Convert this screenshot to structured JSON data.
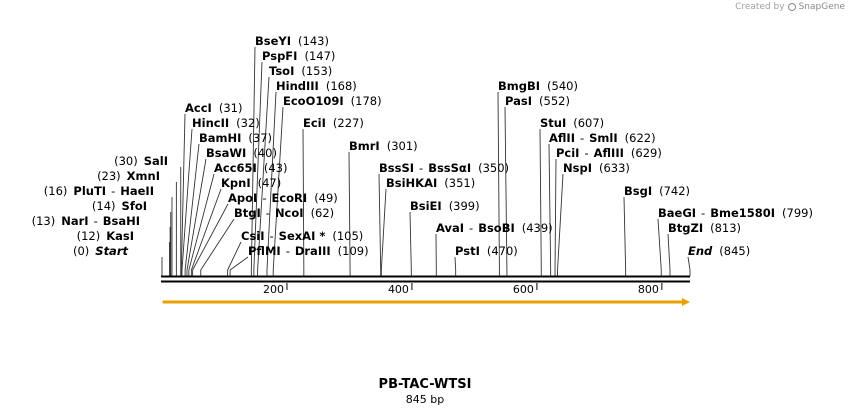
{
  "branding": {
    "created_by": "Created by",
    "app_name": "SnapGene",
    "colors": {
      "logo": "#8a8a8a"
    }
  },
  "map": {
    "name": "PB-TAC-WTSI",
    "length_label": "845 bp",
    "length_bp": 845,
    "ticks": [
      {
        "value": 200,
        "label": "200"
      },
      {
        "value": 400,
        "label": "400"
      },
      {
        "value": 600,
        "label": "600"
      },
      {
        "value": 800,
        "label": "800"
      }
    ],
    "feature_arrow": {
      "start": 1,
      "end": 845,
      "color": "#e8a000"
    },
    "sites": [
      {
        "pos": 0,
        "left": [
          "(0)",
          "Start"
        ],
        "enzymes": [
          "(0)",
          "Start"
        ]
      },
      {
        "pos": 12,
        "left": [
          "(12)",
          "KasI"
        ],
        "enzymes": [
          "(12)",
          "KasI"
        ]
      },
      {
        "pos": 13,
        "left": [
          "(13)",
          "NarI",
          "-",
          "BsaHI"
        ]
      },
      {
        "pos": 14,
        "left": [
          "(14)",
          "SfoI"
        ]
      },
      {
        "pos": 16,
        "left": [
          "(16)",
          "PluTI",
          "-",
          "HaeII"
        ]
      },
      {
        "pos": 23,
        "left": [
          "(23)",
          "XmnI"
        ]
      },
      {
        "pos": 30,
        "left": [
          "(30)",
          "SalI"
        ]
      },
      {
        "pos": 31,
        "right": [
          "AccI",
          "(31)"
        ]
      },
      {
        "pos": 32,
        "right": [
          "HincII",
          "(32)"
        ]
      },
      {
        "pos": 37,
        "right": [
          "BamHI",
          "(37)"
        ]
      },
      {
        "pos": 40,
        "right": [
          "BsaWI",
          "(40)"
        ]
      },
      {
        "pos": 43,
        "right": [
          "Acc65I",
          "(43)"
        ]
      },
      {
        "pos": 47,
        "right": [
          "KpnI",
          "(47)"
        ]
      },
      {
        "pos": 49,
        "right": [
          "ApoI",
          "-",
          "EcoRI",
          "(49)"
        ]
      },
      {
        "pos": 62,
        "right": [
          "BtgI",
          "-",
          "NcoI",
          "(62)"
        ]
      },
      {
        "pos": 105,
        "right": [
          "CsiI",
          "-",
          "SexAI *",
          "(105)"
        ]
      },
      {
        "pos": 109,
        "right": [
          "PflMI",
          "-",
          "DraIII",
          "(109)"
        ]
      },
      {
        "pos": 143,
        "right": [
          "BseYI",
          "(143)"
        ]
      },
      {
        "pos": 147,
        "right": [
          "PspFI",
          "(147)"
        ]
      },
      {
        "pos": 153,
        "right": [
          "TsoI",
          "(153)"
        ]
      },
      {
        "pos": 168,
        "right": [
          "HindIII",
          "(168)"
        ]
      },
      {
        "pos": 178,
        "right": [
          "EcoO109I",
          "(178)"
        ]
      },
      {
        "pos": 227,
        "right": [
          "EciI",
          "(227)"
        ]
      },
      {
        "pos": 301,
        "right": [
          "BmrI",
          "(301)"
        ]
      },
      {
        "pos": 350,
        "right": [
          "BssSI",
          "-",
          "BssSαI",
          "(350)"
        ]
      },
      {
        "pos": 351,
        "right": [
          "BsiHKAI",
          "(351)"
        ]
      },
      {
        "pos": 399,
        "right": [
          "BsiEI",
          "(399)"
        ]
      },
      {
        "pos": 439,
        "right": [
          "AvaI",
          "-",
          "BsoBI",
          "(439)"
        ]
      },
      {
        "pos": 470,
        "right": [
          "PstI",
          "(470)"
        ]
      },
      {
        "pos": 540,
        "right": [
          "BmgBI",
          "(540)"
        ]
      },
      {
        "pos": 552,
        "right": [
          "PasI",
          "(552)"
        ]
      },
      {
        "pos": 607,
        "right": [
          "StuI",
          "(607)"
        ]
      },
      {
        "pos": 622,
        "right": [
          "AflII",
          "-",
          "SmlI",
          "(622)"
        ]
      },
      {
        "pos": 629,
        "right": [
          "PciI",
          "-",
          "AflIII",
          "(629)"
        ]
      },
      {
        "pos": 633,
        "right": [
          "NspI",
          "(633)"
        ]
      },
      {
        "pos": 742,
        "right": [
          "BsgI",
          "(742)"
        ]
      },
      {
        "pos": 799,
        "right": [
          "BaeGI",
          "-",
          "Bme1580I",
          "(799)"
        ]
      },
      {
        "pos": 813,
        "right": [
          "BtgZI",
          "(813)"
        ]
      },
      {
        "pos": 845,
        "right": [
          "End",
          "(845)"
        ]
      }
    ]
  }
}
